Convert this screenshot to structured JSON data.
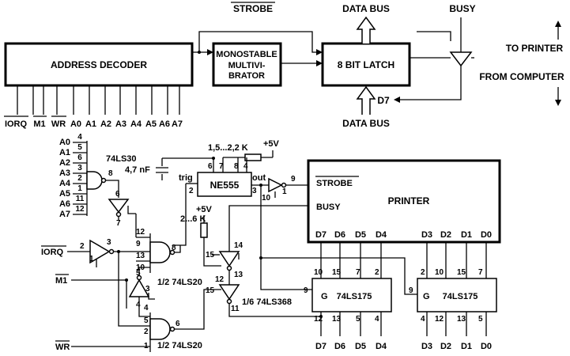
{
  "top": {
    "address_decoder": "ADDRESS DECODER",
    "monostable": [
      "MONOSTABLE",
      "MULTIVI-",
      "BRATOR"
    ],
    "latch": "8 BIT LATCH",
    "strobe": "STROBE",
    "data_bus_top": "DATA BUS",
    "data_bus_bottom": "DATA BUS",
    "busy": "BUSY",
    "to_printer": "TO PRINTER",
    "from_computer": "FROM COMPUTER",
    "d7": "D7",
    "decoder_inputs": [
      "IORQ",
      "M1",
      "WR",
      "A0",
      "A1",
      "A2",
      "A3",
      "A4",
      "A5",
      "A6",
      "A7"
    ]
  },
  "bottom": {
    "address_inputs": [
      "A0",
      "A1",
      "A2",
      "A3",
      "A4",
      "A5",
      "A6",
      "A7"
    ],
    "address_pins": [
      "4",
      "5",
      "6",
      "3",
      "2",
      "1",
      "11",
      "12"
    ],
    "chip_74ls30": "74LS30",
    "pin_8a": "8",
    "pin_6a": "6",
    "pin_7a": "7",
    "cap": "4,7 nF",
    "res1": "1,5...2,2 K",
    "res2": "2...6 K",
    "vcc1": "+5V",
    "vcc2": "+5V",
    "ne555": "NE555",
    "ne555_pins": {
      "trig": "trig",
      "p2": "2",
      "p6": "6",
      "p7": "7",
      "p8": "8",
      "p4": "4",
      "p3": "3",
      "out": "out"
    },
    "inv_pins": {
      "p9": "9",
      "p10": "10",
      "p1": "1"
    },
    "printer": "PRINTER",
    "strobe": "STROBE",
    "busy": "BUSY",
    "printer_pins": [
      "D7",
      "D6",
      "D5",
      "D4",
      "D3",
      "D2",
      "D1",
      "D0"
    ],
    "iorq": "IORQ",
    "m1": "M1",
    "wr": "WR",
    "inv1_pins": [
      "2",
      "3",
      "1"
    ],
    "ls20_top_pins": [
      "12",
      "9",
      "13",
      "10",
      "8"
    ],
    "ls20_label": "1/2 74LS20",
    "ls20_label2": "1/2 74LS20",
    "ls20_bot_pins": [
      "1",
      "2",
      "4",
      "5",
      "6"
    ],
    "inv2_pins": [
      "5",
      "4",
      "3"
    ],
    "ls368_label": "1/6 74LS368",
    "ls368_pins": [
      "14",
      "15",
      "13",
      "12",
      "15",
      "11"
    ],
    "latch1": {
      "g": "G",
      "name": "74LS175",
      "in_pins": [
        "10",
        "15",
        "7",
        "2"
      ],
      "out_pins": [
        "12",
        "13",
        "5",
        "4"
      ],
      "g_pin": "9"
    },
    "latch2": {
      "g": "G",
      "name": "74LS175",
      "in_pins": [
        "2",
        "10",
        "15",
        "7"
      ],
      "out_pins": [
        "4",
        "12",
        "13",
        "5"
      ],
      "g_pin": "9"
    },
    "out_labels1": [
      "D7",
      "D6",
      "D5",
      "D4"
    ],
    "out_labels2": [
      "D3",
      "D2",
      "D1",
      "D0"
    ]
  }
}
